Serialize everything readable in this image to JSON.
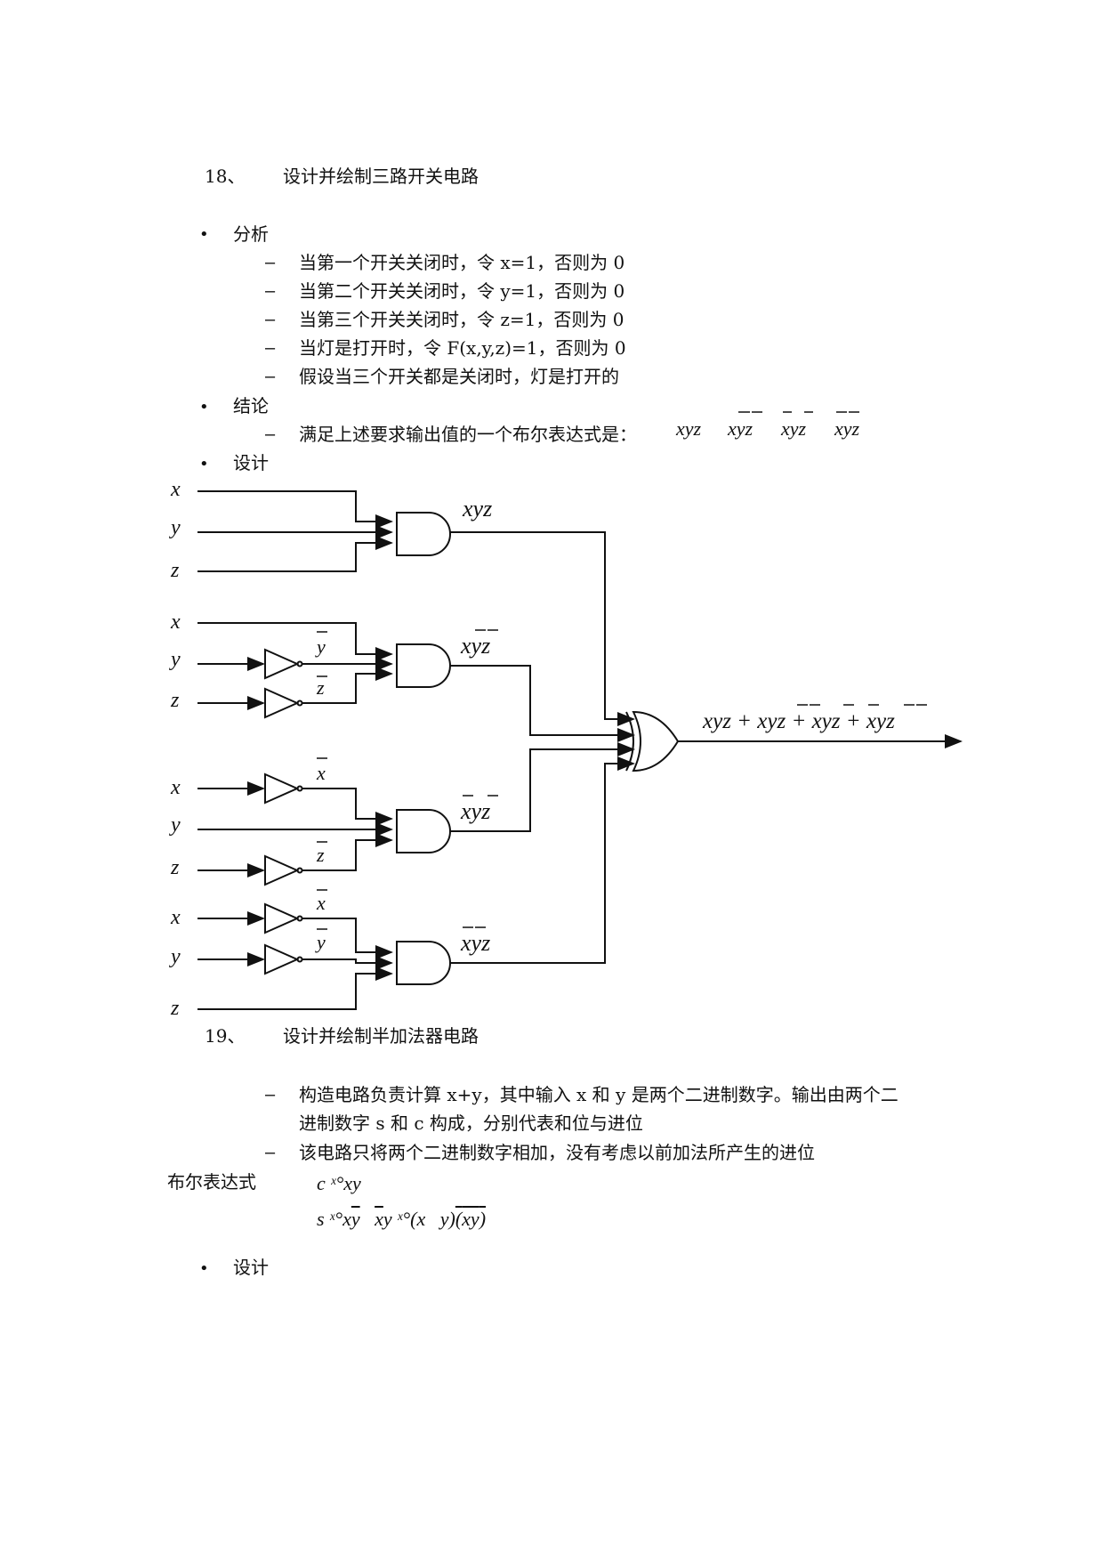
{
  "q18": {
    "number": "18、",
    "title": "设计并绘制三路开关电路",
    "analysis_label": "分析",
    "analysis_items": [
      "当第一个开关关闭时，令 x=1，否则为 0",
      "当第二个开关关闭时，令 y=1，否则为 0",
      "当第三个开关关闭时，令 z=1，否则为 0",
      "当灯是打开时，令 F(x,y,z)=1，否则为 0",
      "假设当三个开关都是关闭时，灯是打开的"
    ],
    "conclusion_label": "结论",
    "conclusion_text": "满足上述要求输出值的一个布尔表达式是：",
    "conclusion_terms": [
      "xyz",
      "xyz",
      "xyz",
      "xyz"
    ],
    "design_label": "设计"
  },
  "circuit": {
    "inputs": {
      "x": "x",
      "y": "y",
      "z": "z"
    },
    "gate_outputs": [
      "xyz",
      "xyz",
      "xyz",
      "xyz"
    ],
    "inverted_labels": {
      "y": "y",
      "z": "z",
      "x": "x"
    },
    "or_output": "xyz + xyz + xyz + xyz"
  },
  "q19": {
    "number": "19、",
    "title": "设计并绘制半加法器电路",
    "items": [
      "构造电路负责计算 x+y，其中输入 x 和 y 是两个二进制数字。输出由两个二",
      "进制数字 s 和 c 构成，分别代表和位与进位",
      "该电路只将两个二进制数字相加，没有考虑以前加法所产生的进位"
    ],
    "bool_label": "布尔表达式",
    "eq_c": "c ˣ°xy",
    "eq_s_parts": [
      "s ˣ°x",
      "y",
      "x",
      "y ˣ°(x",
      "y)",
      "xy",
      ")"
    ],
    "design_label": "设计"
  }
}
